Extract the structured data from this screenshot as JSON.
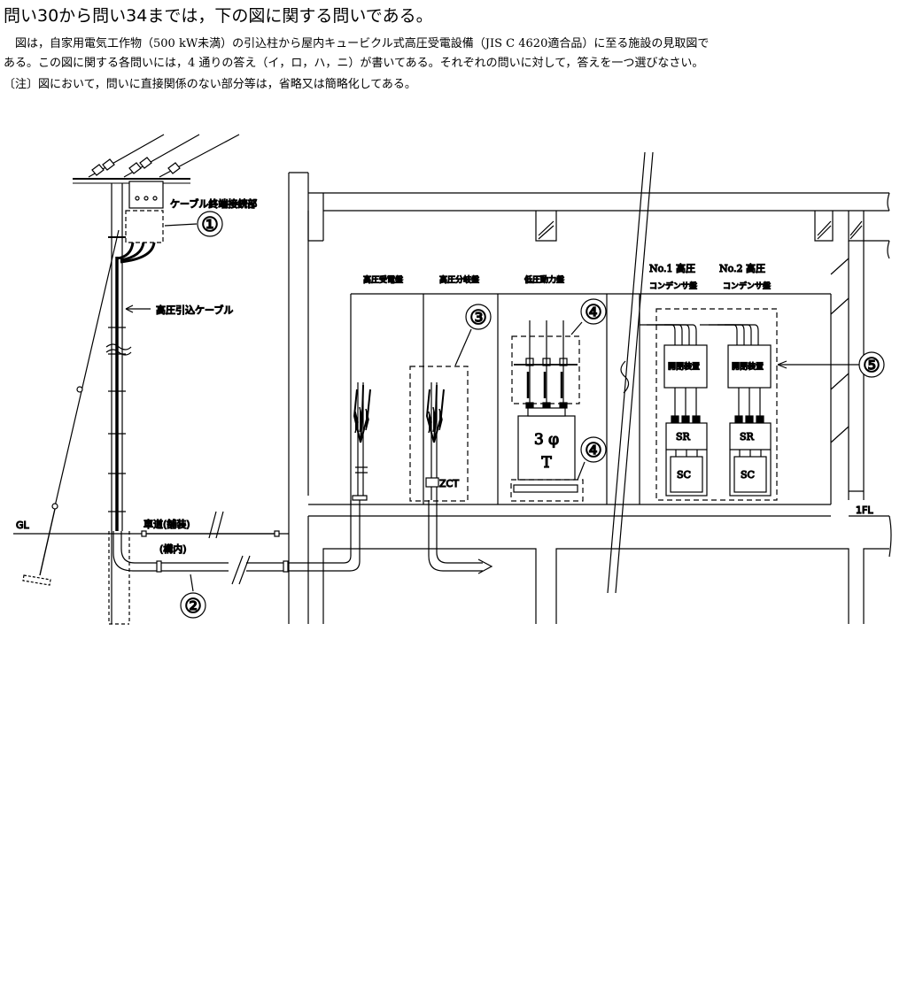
{
  "header": {
    "title": "問い30から問い34までは，下の図に関する問いである。",
    "line1": "　図は，自家用電気工作物（500 kW未満）の引込柱から屋内キュービクル式高圧受電設備（JIS C 4620適合品）に至る施設の見取図で",
    "line2": "ある。この図に関する各問いには，4 通りの答え（イ，ロ，ハ，ニ）が書いてある。それぞれの問いに対して，答えを一つ選びなさい。",
    "line3": "〔注〕図において，問いに直接関係のない部分等は，省略又は簡略化してある。"
  },
  "diagram": {
    "labels": {
      "cable_termination": "ケーブル終端接続部",
      "hv_incoming_cable": "高圧引込ケーブル",
      "gl": "GL",
      "fl": "1FL",
      "roadway": "車道(舗装)",
      "premises": "(構内)",
      "zct": "ZCT",
      "transformer_phase": "3 φ",
      "transformer": "T",
      "sr1": "SR",
      "sr2": "SR",
      "sc1": "SC",
      "sc2": "SC",
      "switch1": "開閉装置",
      "switch2": "開閉装置"
    },
    "panels": {
      "receiving": "高圧受電盤",
      "branch": "高圧分岐盤",
      "lv_power": "低圧動力盤",
      "cap1_line1": "No.1 高圧",
      "cap1_line2": "コンデンサ盤",
      "cap2_line1": "No.2 高圧",
      "cap2_line2": "コンデンサ盤"
    },
    "markers": [
      "①",
      "②",
      "③",
      "④",
      "④",
      "⑤"
    ]
  }
}
